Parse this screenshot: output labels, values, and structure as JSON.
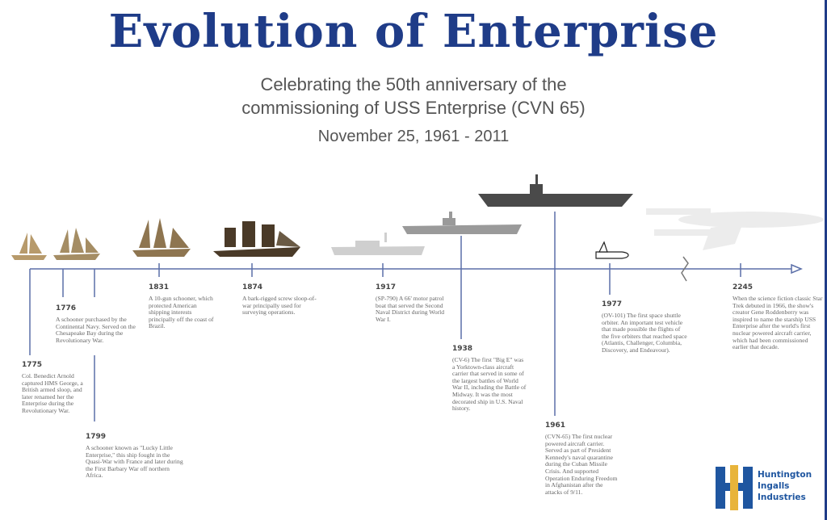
{
  "title": "Evolution of Enterprise",
  "subtitle_line1": "Celebrating the 50th anniversary of the",
  "subtitle_line2": "commissioning of USS Enterprise (CVN 65)",
  "date": "November 25, 1961 - 2011",
  "colors": {
    "title": "#1f3c88",
    "timeline": "#5b6fa8",
    "logo_blue": "#1f56a0",
    "logo_gold": "#e8b43a"
  },
  "events": [
    {
      "year": "1775",
      "text": "Col. Benedict Arnold captured HMS George, a British armed sloop, and later renamed her the Enterprise during the Revolutionary War."
    },
    {
      "year": "1776",
      "text": "A schooner purchased by the Continental Navy. Served on the Chesapeake Bay during the Revolutionary War."
    },
    {
      "year": "1799",
      "text": "A schooner known as \"Lucky Little Enterprise,\" this ship fought in the Quasi-War with France and later during the First Barbary War off northern Africa."
    },
    {
      "year": "1831",
      "text": "A 10-gun schooner, which protected American shipping interests principally off the coast of Brazil."
    },
    {
      "year": "1874",
      "text": "A bark-rigged screw sloop-of-war principally used for surveying operations."
    },
    {
      "year": "1917",
      "text": "(SP-790) A 66' motor patrol boat that served the Second Naval District during World War I."
    },
    {
      "year": "1938",
      "text": "(CV-6) The first \"Big E\" was a Yorktown-class aircraft carrier that served in some of the largest battles of World War II, including the Battle of Midway. It was the most decorated ship in U.S. Naval history."
    },
    {
      "year": "1961",
      "text": "(CVN-65) The first nuclear powered aircraft carrier. Served as part of President Kennedy's naval quarantine during the Cuban Missile Crisis. And supported Operation Enduring Freedom in Afghanistan after the attacks of 9/11."
    },
    {
      "year": "1977",
      "text": "(OV-101) The first space shuttle orbiter. An important test vehicle that made possible the flights of the five orbiters that reached space (Atlantis, Challenger, Columbia, Discovery, and Endeavour)."
    },
    {
      "year": "2245",
      "text": "When the science fiction classic Star Trek debuted in 1966, the show's creator Gene Roddenberry was inspired to name the starship USS Enterprise after the world's first nuclear powered aircraft carrier, which had been commissioned earlier that decade."
    }
  ],
  "logo": {
    "line1": "Huntington",
    "line2": "Ingalls",
    "line3": "Industries"
  }
}
